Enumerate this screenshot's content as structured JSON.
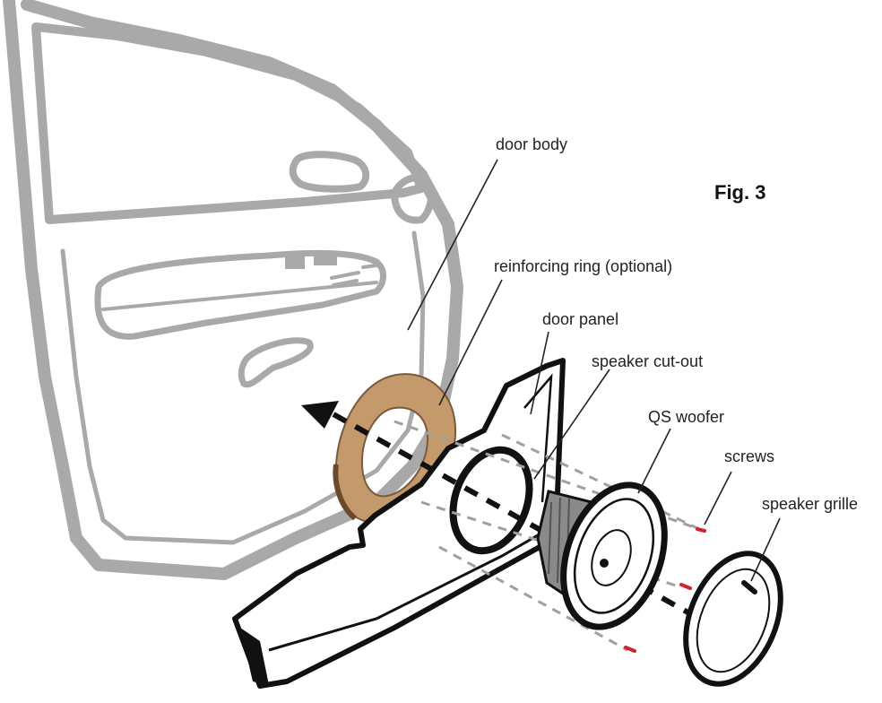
{
  "figure": {
    "title": "Fig. 3"
  },
  "labels": {
    "door_body": "door body",
    "reinforcing_ring": "reinforcing ring (optional)",
    "door_panel": "door panel",
    "speaker_cutout": "speaker cut-out",
    "qs_woofer": "QS woofer",
    "screws": "screws",
    "speaker_grille": "speaker grille"
  },
  "colors": {
    "door_outline": "#a9a9a9",
    "ring_fill": "#c49a6c",
    "ring_edge": "#7a5a3a",
    "screw_tip": "#d0232a",
    "ink": "#111111"
  }
}
